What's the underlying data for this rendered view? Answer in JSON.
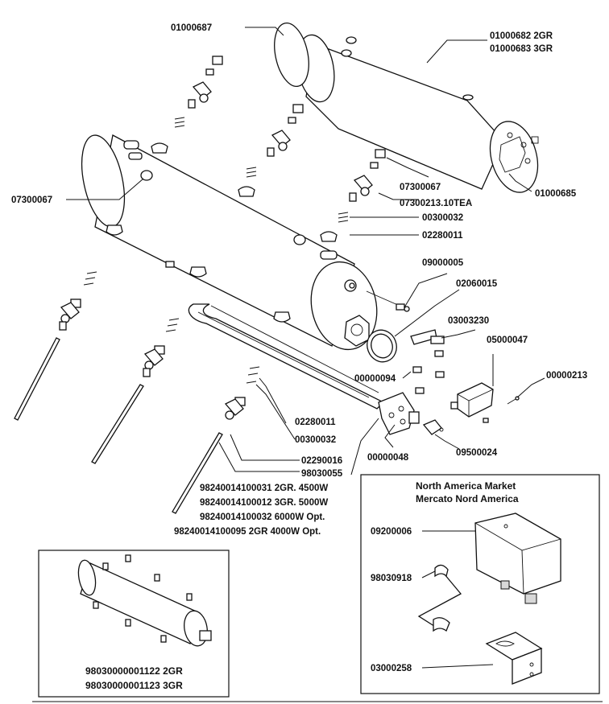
{
  "labels": {
    "p01000687": "01000687",
    "p01000682": "01000682 2GR",
    "p01000683": "01000683 3GR",
    "p01000685": "01000685",
    "p07300067_left": "07300067",
    "p07300067_right": "07300067",
    "p07300213": "07300213.10TEA",
    "p00300032_top": "00300032",
    "p02280011_top": "02280011",
    "p09000005": "09000005",
    "p02060015": "02060015",
    "p03003230": "03003230",
    "p05000047": "05000047",
    "p00000213": "00000213",
    "p00000094": "00000094",
    "p02280011_low": "02280011",
    "p00300032_low": "00300032",
    "p00000048": "00000048",
    "p09500024": "09500024",
    "p02290016": "02290016",
    "p98030055": "98030055",
    "el1": "98240014100031 2GR. 4500W",
    "el2": "98240014100012 3GR. 5000W",
    "el3": "98240014100032 6000W Opt.",
    "el4": "98240014100095  2GR  4000W Opt."
  },
  "na_box": {
    "title1": "North America Market",
    "title2": "Mercato Nord America",
    "p09200006": "09200006",
    "p98030918": "98030918",
    "p03000258": "03000258"
  },
  "assembly_box": {
    "line1": "98030000001122 2GR",
    "line2": "98030000001123 3GR"
  }
}
